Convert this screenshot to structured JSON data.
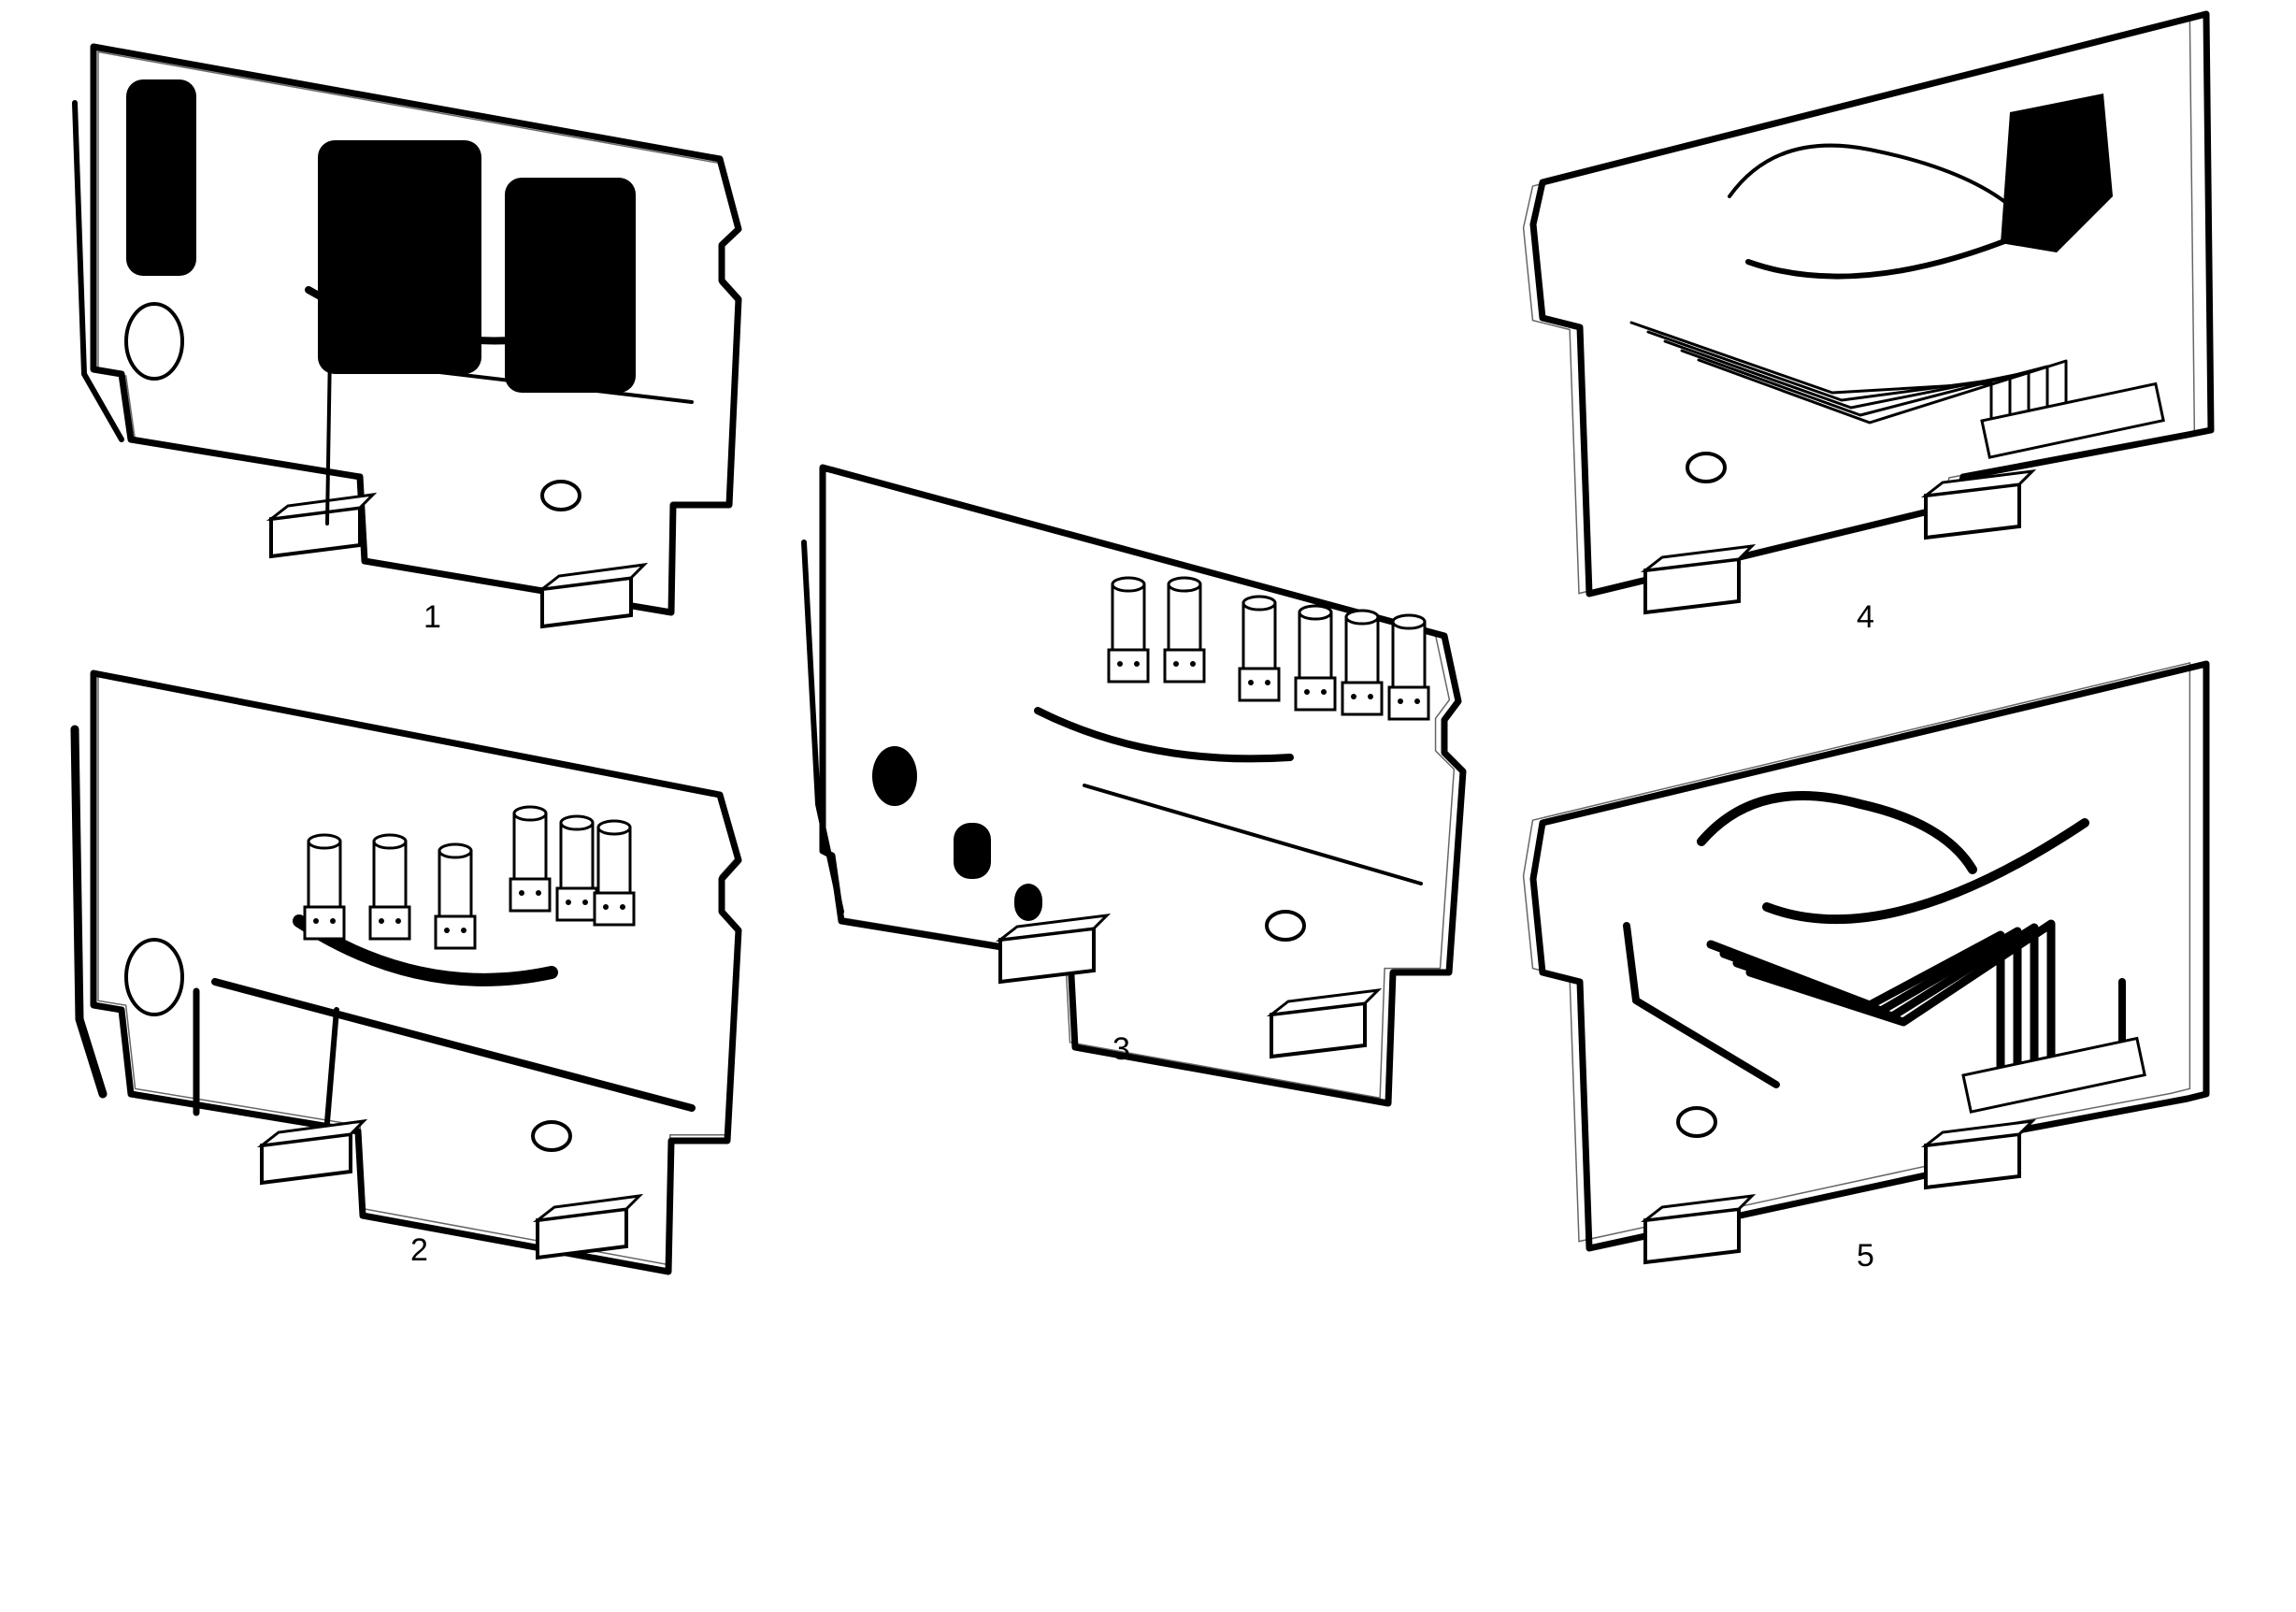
{
  "panels": [
    {
      "label": "1",
      "variant": "blocks"
    },
    {
      "label": "2",
      "variant": "outline-tubes"
    },
    {
      "label": "3",
      "variant": "valves"
    },
    {
      "label": "4",
      "variant": "rear-pipes"
    },
    {
      "label": "5",
      "variant": "rear-hoses"
    }
  ]
}
